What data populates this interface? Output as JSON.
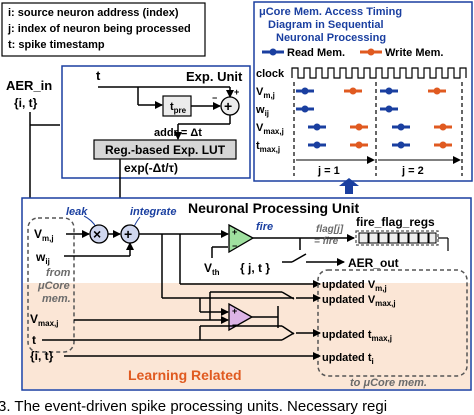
{
  "legend_box": {
    "line_i": "i: source neuron address (index)",
    "line_j": "j: index of neuron being processed",
    "line_t": "t: spike timestamp"
  },
  "input": {
    "aer_in": "AER_in",
    "aer_in_args": "{i, t}",
    "t": "t"
  },
  "exp_unit": {
    "title": "Exp. Unit",
    "tpre": "t",
    "tpre_sub": "pre",
    "addr": "addr = Δt",
    "lut": "Reg.-based Exp. LUT",
    "exp_out": "exp(-Δt/τ)",
    "plus": "+",
    "minus": "−"
  },
  "timing": {
    "title_l1": "μCore Mem. Access Timing",
    "title_l2": "Diagram in Sequential",
    "title_l3": "Neuronal Processing",
    "read_legend": "Read Mem.",
    "write_legend": "Write Mem.",
    "clock": "clock",
    "rows": [
      {
        "label": "V",
        "sub": "m,j"
      },
      {
        "label": "w",
        "sub": "ij"
      },
      {
        "label": "V",
        "sub": "max,j"
      },
      {
        "label": "t",
        "sub": "max,j"
      }
    ],
    "j1": "j = 1",
    "j2": "j = 2"
  },
  "npu": {
    "title": "Neuronal Processing Unit",
    "leak": "leak",
    "integrate": "integrate",
    "vm_in": "V",
    "vm_in_sub": "m,j",
    "w_in": "w",
    "w_in_sub": "ij",
    "from1": "from",
    "from2": "μCore",
    "from3": "mem.",
    "fire": "fire",
    "vth": "V",
    "vth_sub": "th",
    "jt": "{ j, t }",
    "flag1": "flag[j]",
    "flag2": "= fire",
    "fire_flag_regs": "fire_flag_regs",
    "aer_out": "AER_out",
    "upd_vm": "updated V",
    "upd_vm_sub": "m,j",
    "upd_vmax": "updated V",
    "upd_vmax_sub": "max,j",
    "upd_tmax": "updated t",
    "upd_tmax_sub": "max,j",
    "upd_t": "updated t",
    "upd_t_sub": "i",
    "vmax_in": "V",
    "vmax_in_sub": "max,j",
    "t_in": "t",
    "it_in": "{i, t}",
    "learning": "Learning Related",
    "to_ucore": "to μCore mem.",
    "ops": {
      "mul": "×",
      "add": "+",
      "plus": "+",
      "minus": "−"
    }
  },
  "caption": "3. The event-driven spike processing units. Necessary regi"
}
